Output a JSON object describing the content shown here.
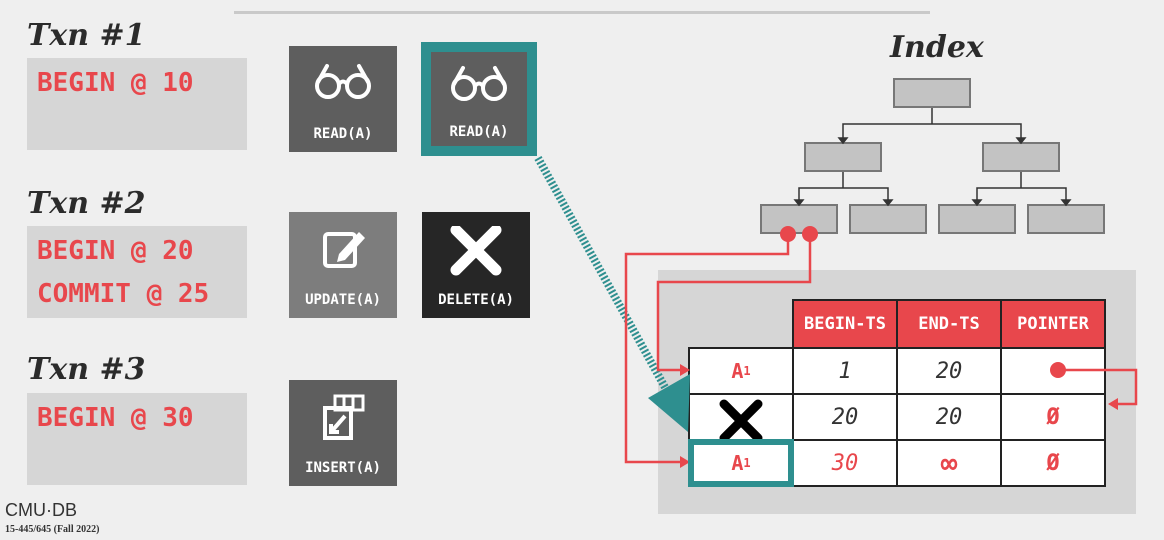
{
  "transactions": [
    {
      "title": "Txn #1",
      "lines": [
        "BEGIN @ 10"
      ]
    },
    {
      "title": "Txn #2",
      "lines": [
        "BEGIN @ 20",
        "COMMIT @ 25"
      ]
    },
    {
      "title": "Txn #3",
      "lines": [
        "BEGIN @ 30"
      ]
    }
  ],
  "ops": {
    "t1_read1": {
      "label": "READ(A)",
      "icon": "glasses-icon"
    },
    "t1_read2": {
      "label": "READ(A)",
      "icon": "glasses-icon"
    },
    "t2_update": {
      "label": "UPDATE(A)",
      "icon": "edit-icon"
    },
    "t2_delete": {
      "label": "DELETE(A)",
      "icon": "x-icon"
    },
    "t3_insert": {
      "label": "INSERT(A)",
      "icon": "insert-icon"
    }
  },
  "index": {
    "title": "Index"
  },
  "table": {
    "headers": [
      "BEGIN-TS",
      "END-TS",
      "POINTER"
    ],
    "rows": [
      {
        "version": "A",
        "sub": "1",
        "begin": "1",
        "end": "20",
        "pointer": ""
      },
      {
        "version": "",
        "sub": "",
        "begin": "20",
        "end": "20",
        "pointer": "Ø"
      },
      {
        "version": "A",
        "sub": "1",
        "begin": "30",
        "end": "∞",
        "pointer": "Ø"
      }
    ]
  },
  "colors": {
    "accent_red": "#e8474c",
    "teal": "#2e8f8f",
    "op_dark": "#5e5e5e",
    "op_black": "#262626"
  },
  "footer": {
    "logo": "CMU·DB",
    "course": "15-445/645 (Fall 2022)"
  }
}
